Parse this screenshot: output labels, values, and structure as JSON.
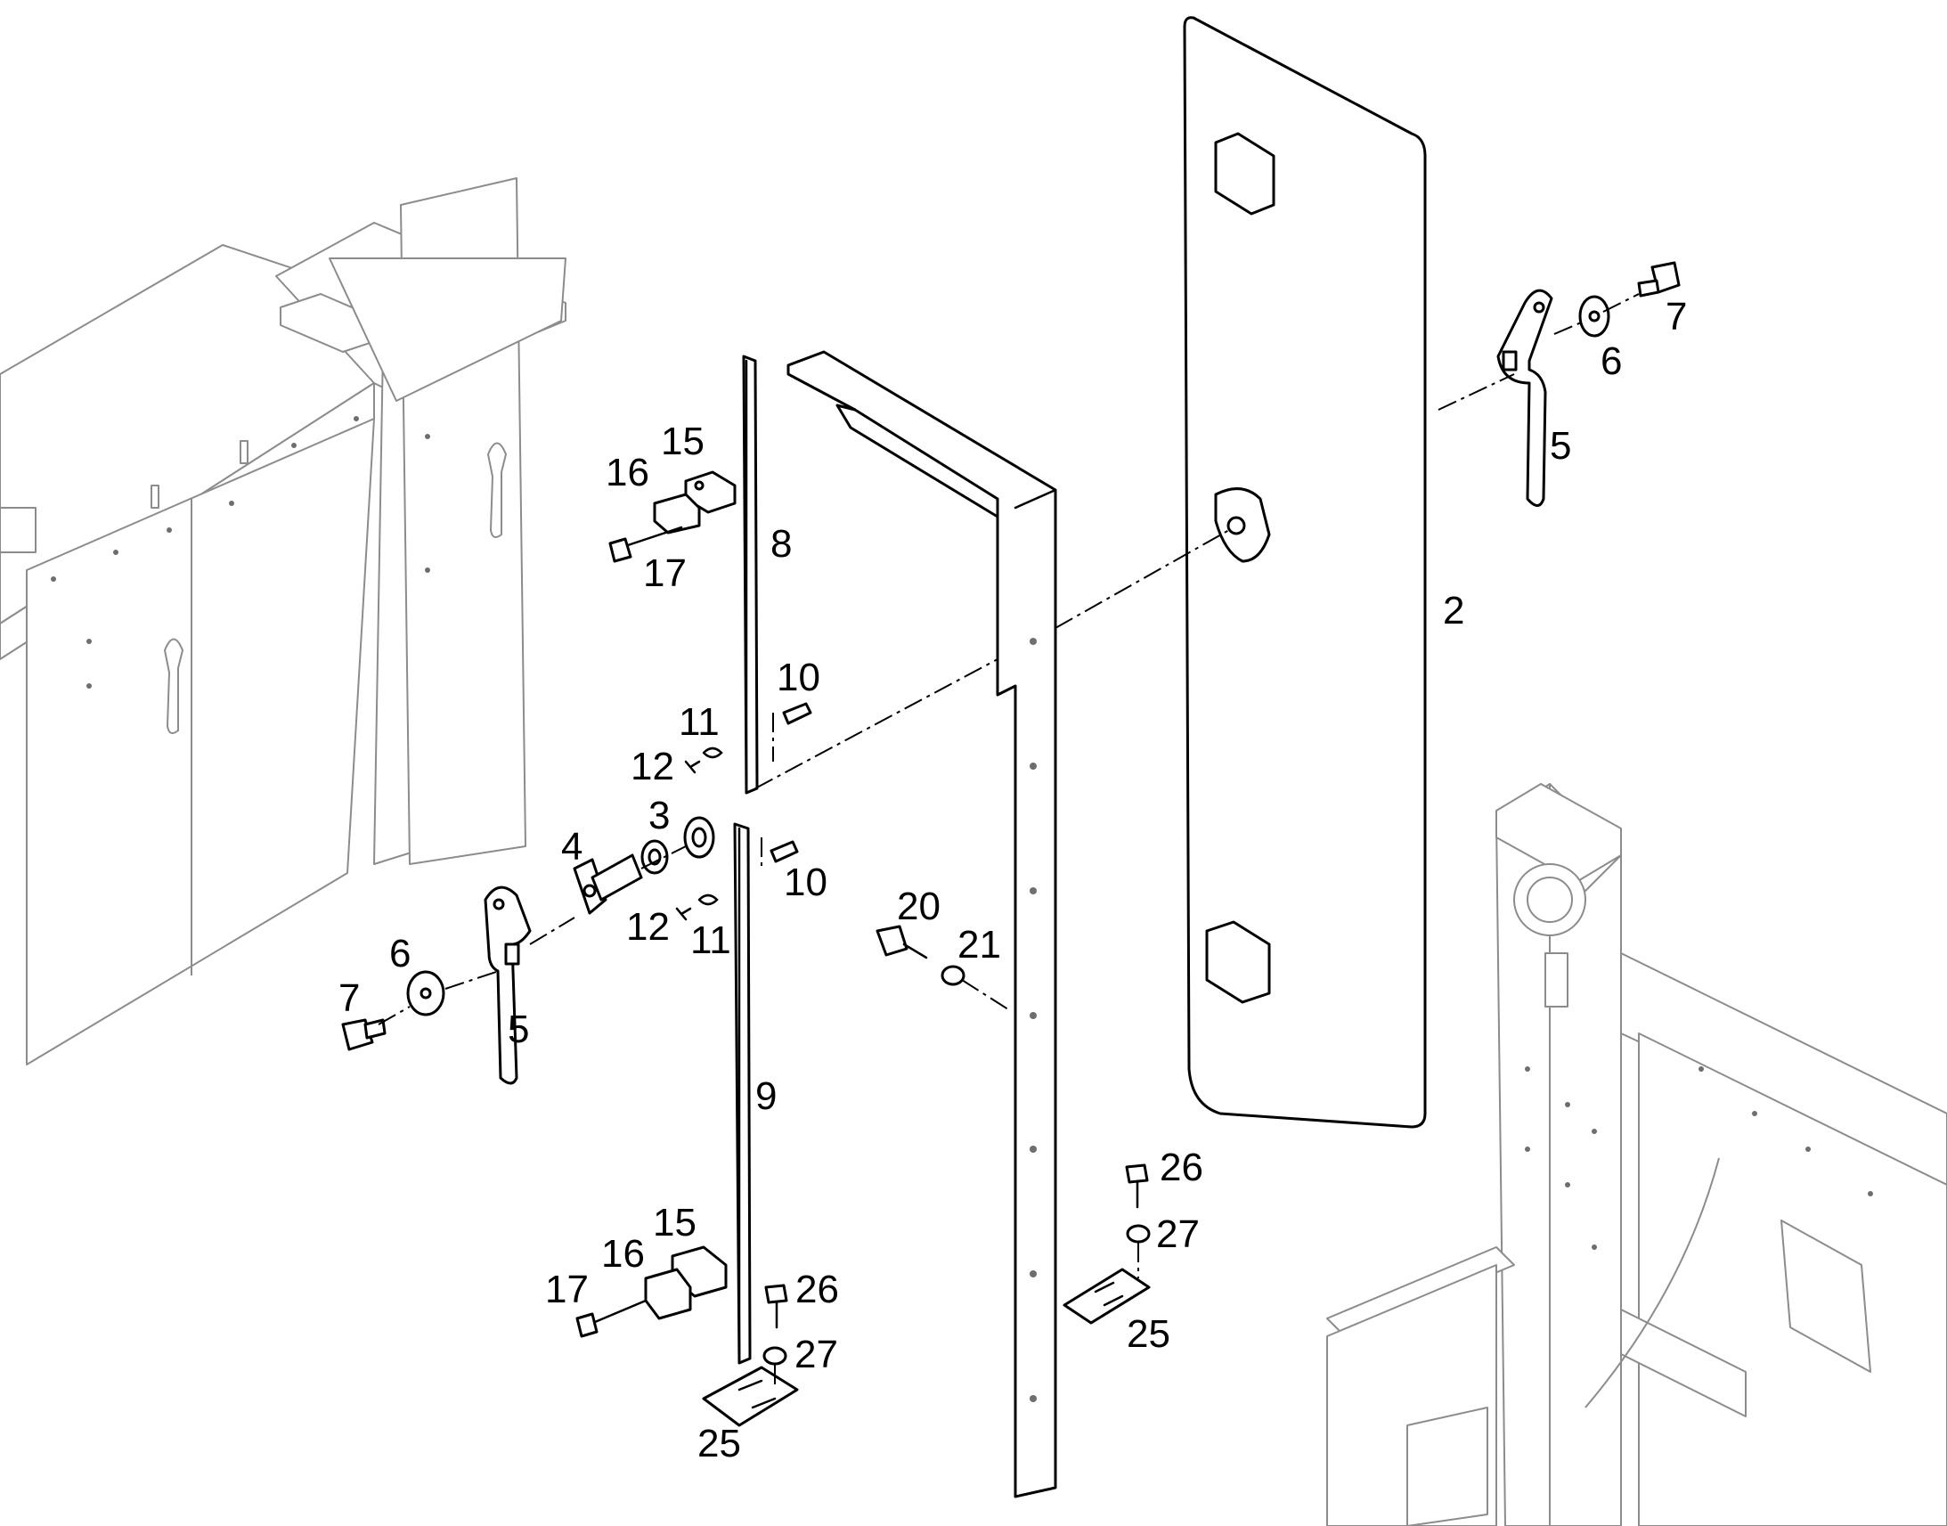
{
  "labels": {
    "door_panel": "2",
    "bushing": "3",
    "latch_pin": "4",
    "handle_right": "5",
    "handle_left": "5",
    "washer_right": "6",
    "washer_left": "6",
    "bolt_right": "7",
    "bolt_left": "7",
    "upper_bar": "8",
    "lower_bar": "9",
    "pin_upper": "10",
    "pin_lower": "10",
    "clip_upper": "11",
    "clip_lower": "11",
    "cotter_upper": "12",
    "cotter_lower": "12",
    "block_upper": "15",
    "block_lower": "15",
    "spacer_upper": "16",
    "spacer_lower": "16",
    "screw_upper": "17",
    "screw_lower": "17",
    "bolt_frame": "20",
    "washer_frame": "21",
    "plate_right": "25",
    "plate_left": "25",
    "stud_right": "26",
    "stud_left": "26",
    "nut_right": "27",
    "nut_left": "27"
  }
}
